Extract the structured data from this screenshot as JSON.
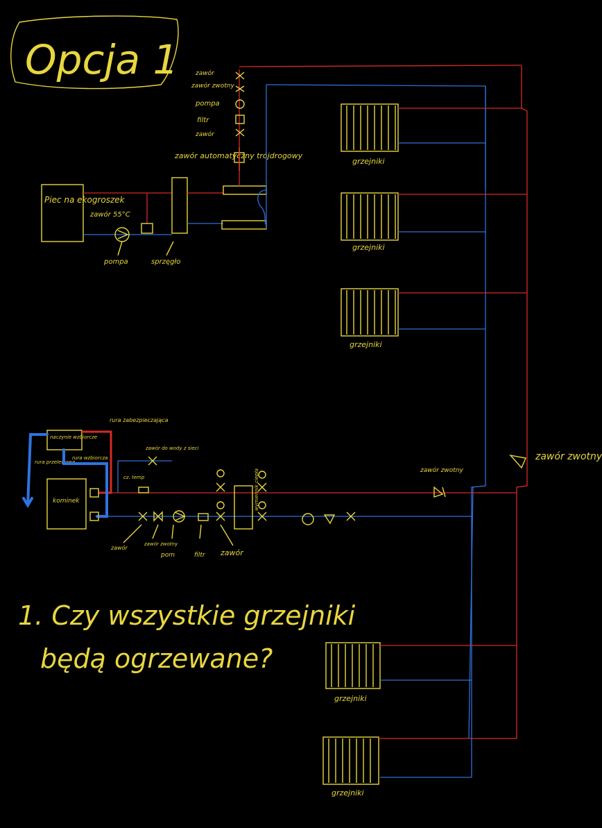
{
  "title": "Opcja 1",
  "valve_labels": {
    "zawor_top": "zawór",
    "zawor_zwrotny_top": "zawór zwotny",
    "pompa_top": "pompa",
    "filtr_top": "filtr",
    "zawor_mid": "zawór",
    "zawor_3d": "zawór automatyczny trójdrogowy"
  },
  "boiler": {
    "label": "Piec na ekogroszek",
    "valve_label": "zawór 55°C",
    "pump_label": "pompa",
    "coupler_label": "sprzęgło"
  },
  "radiator_label": "grzejniki",
  "fireplace": {
    "label": "kominek",
    "expansion_tank": "naczynie wzbiorcze",
    "safety_pipe": "rura zabezpieczająca",
    "overflow_pipe": "rura przelewowa",
    "expansion_pipe": "rura wzbiorcza",
    "water_valve": "zawór do wody z sieci",
    "temp_sensor": "cz. temp",
    "heat_exchanger": "wymiennik ciepła",
    "bottom_labels": [
      "zawór",
      "zawór zwotny",
      "pom",
      "filtr",
      "zawór"
    ]
  },
  "check_valve_label": "zawór zwotny",
  "check_valve_right_label": "zawór zwotny",
  "question": {
    "line1": "1. Czy wszystkie grzejniki",
    "line2": "będą ogrzewane?"
  }
}
